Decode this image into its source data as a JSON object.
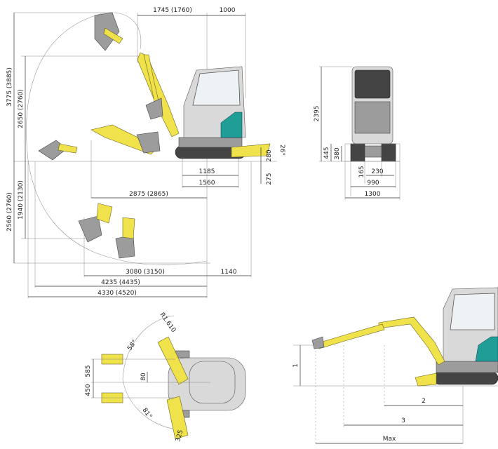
{
  "side_view": {
    "top_dims": [
      "1745 (1760)",
      "1000"
    ],
    "left_dims": [
      "3775 (3885)",
      "2650 (2760)",
      "2560 (2760)",
      "1940 (2130)"
    ],
    "right_dims": [
      "280",
      "26°",
      "275"
    ],
    "bottom_dims": [
      "1185",
      "1560",
      "2875 (2865)",
      "3080 (3150)",
      "1140",
      "4235 (4435)",
      "4330 (4520)"
    ]
  },
  "front_view": {
    "height": "2395",
    "left_dims": [
      "445",
      "380"
    ],
    "bottom_dims": [
      "165",
      "230",
      "990",
      "1300"
    ]
  },
  "top_view": {
    "radius": "R1.610",
    "angles": [
      "58°",
      "81°"
    ],
    "dims": [
      "585",
      "450",
      "80",
      "325"
    ]
  },
  "reach_view": {
    "dims": [
      "1",
      "2",
      "3",
      "Max"
    ]
  },
  "colors": {
    "boom_yellow": "#f0e24a",
    "body_grey": "#9c9c9c",
    "accent_teal": "#1e9e95"
  }
}
